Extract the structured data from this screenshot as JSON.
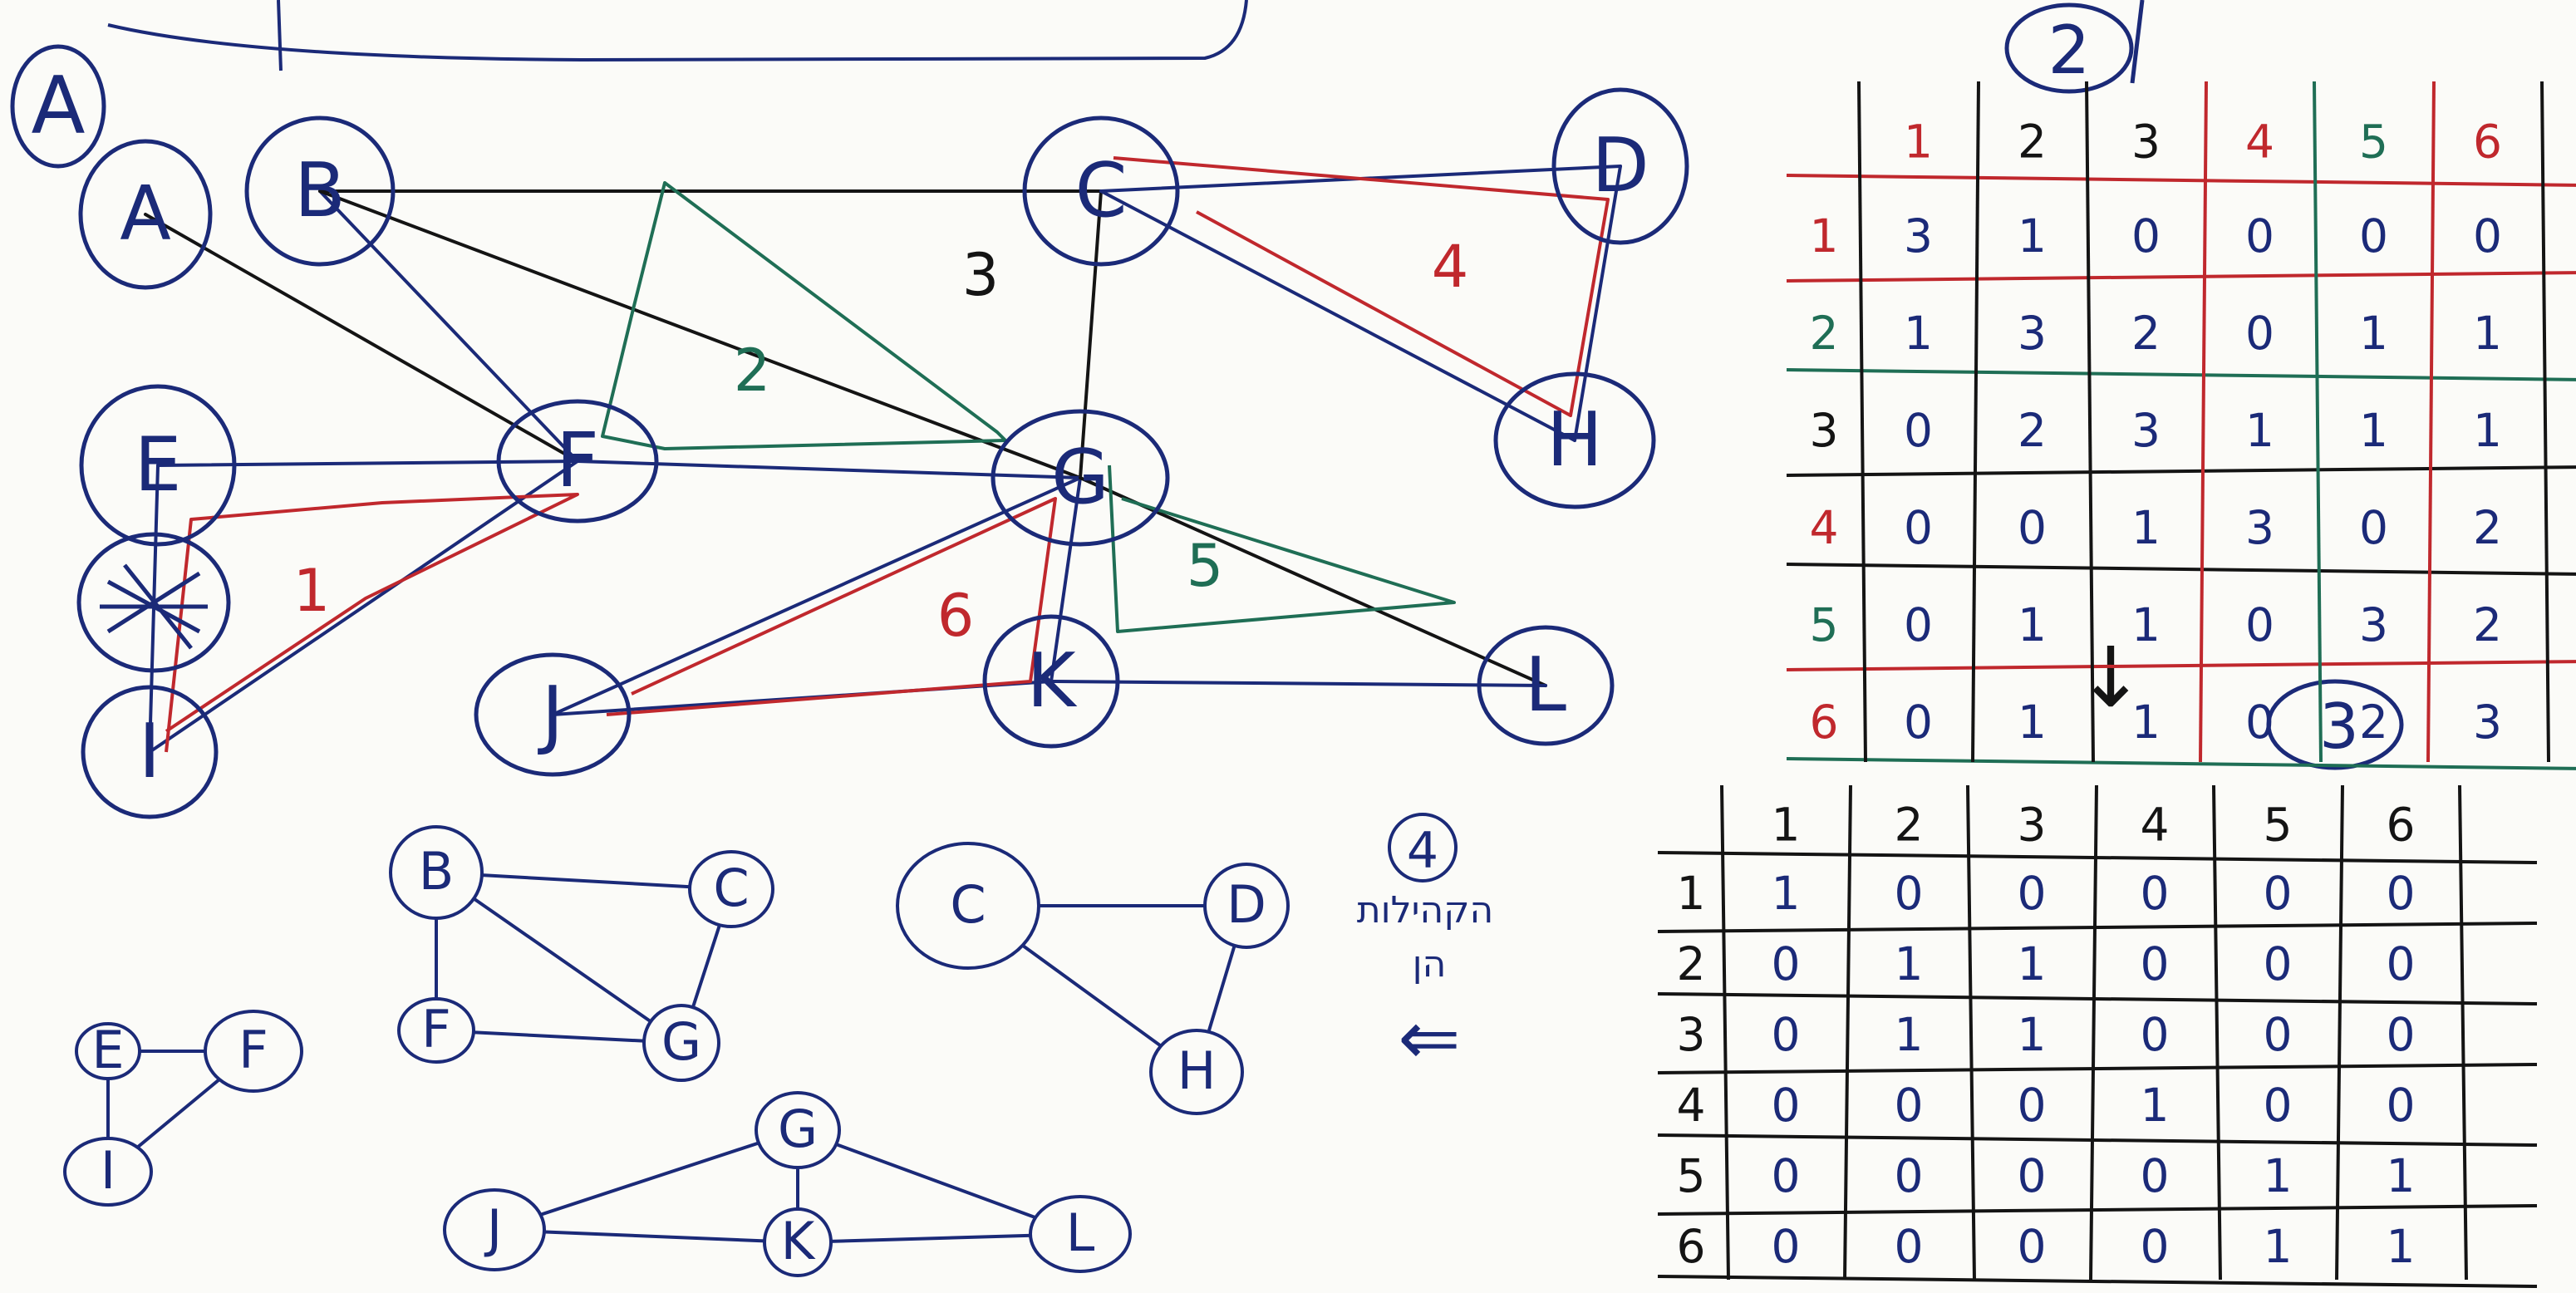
{
  "section_marks": {
    "a": "A",
    "b": "2",
    "c": "3",
    "d": "4"
  },
  "arrow_glyph": "↓",
  "side_note": {
    "line1": "הקהילות",
    "line2": "הן",
    "arrow": "⇐"
  },
  "colors": {
    "ink": "#1b2a78",
    "black": "#141414",
    "red": "#c0282d",
    "green": "#1f6e55",
    "paper": "#fbfbf8"
  },
  "graph": {
    "nodes": [
      {
        "id": "A",
        "label": "A"
      },
      {
        "id": "B",
        "label": "B"
      },
      {
        "id": "C",
        "label": "C"
      },
      {
        "id": "D",
        "label": "D"
      },
      {
        "id": "E",
        "label": "E"
      },
      {
        "id": "F",
        "label": "F"
      },
      {
        "id": "G",
        "label": "G"
      },
      {
        "id": "H",
        "label": "H"
      },
      {
        "id": "I",
        "label": "I"
      },
      {
        "id": "J",
        "label": "J"
      },
      {
        "id": "K",
        "label": "K"
      },
      {
        "id": "L",
        "label": "L"
      },
      {
        "id": "X",
        "label": ""
      }
    ],
    "edges": [
      [
        "A",
        "F"
      ],
      [
        "B",
        "F"
      ],
      [
        "B",
        "G"
      ],
      [
        "B",
        "C"
      ],
      [
        "C",
        "G"
      ],
      [
        "C",
        "D"
      ],
      [
        "C",
        "H"
      ],
      [
        "D",
        "H"
      ],
      [
        "E",
        "F"
      ],
      [
        "E",
        "I"
      ],
      [
        "F",
        "G"
      ],
      [
        "F",
        "I"
      ],
      [
        "G",
        "J"
      ],
      [
        "G",
        "K"
      ],
      [
        "G",
        "L"
      ],
      [
        "J",
        "K"
      ],
      [
        "K",
        "L"
      ]
    ],
    "community_labels": [
      "1",
      "2",
      "3",
      "4",
      "5",
      "6"
    ]
  },
  "matrix1": {
    "headers": [
      "1",
      "2",
      "3",
      "4",
      "5",
      "6"
    ],
    "row_labels": [
      "1",
      "2",
      "3",
      "4",
      "5",
      "6"
    ],
    "rows": [
      [
        "3",
        "1",
        "0",
        "0",
        "0",
        "0"
      ],
      [
        "1",
        "3",
        "2",
        "0",
        "1",
        "1"
      ],
      [
        "0",
        "2",
        "3",
        "1",
        "1",
        "1"
      ],
      [
        "0",
        "0",
        "1",
        "3",
        "0",
        "2"
      ],
      [
        "0",
        "1",
        "1",
        "0",
        "3",
        "2"
      ],
      [
        "0",
        "1",
        "1",
        "0",
        "2",
        "3"
      ]
    ]
  },
  "matrix2": {
    "headers": [
      "1",
      "2",
      "3",
      "4",
      "5",
      "6"
    ],
    "row_labels": [
      "1",
      "2",
      "3",
      "4",
      "5",
      "6"
    ],
    "rows": [
      [
        "1",
        "0",
        "0",
        "0",
        "0",
        "0"
      ],
      [
        "0",
        "1",
        "1",
        "0",
        "0",
        "0"
      ],
      [
        "0",
        "1",
        "1",
        "0",
        "0",
        "0"
      ],
      [
        "0",
        "0",
        "0",
        "1",
        "0",
        "0"
      ],
      [
        "0",
        "0",
        "0",
        "0",
        "1",
        "1"
      ],
      [
        "0",
        "0",
        "0",
        "0",
        "1",
        "1"
      ]
    ]
  },
  "communities": [
    {
      "nodes": [
        "E",
        "F",
        "I"
      ],
      "edges": [
        [
          "E",
          "F"
        ],
        [
          "E",
          "I"
        ],
        [
          "F",
          "I"
        ]
      ]
    },
    {
      "nodes": [
        "B",
        "C",
        "F",
        "G"
      ],
      "edges": [
        [
          "B",
          "C"
        ],
        [
          "B",
          "F"
        ],
        [
          "B",
          "G"
        ],
        [
          "C",
          "G"
        ],
        [
          "F",
          "G"
        ]
      ]
    },
    {
      "nodes": [
        "C",
        "D",
        "H"
      ],
      "edges": [
        [
          "C",
          "D"
        ],
        [
          "C",
          "H"
        ],
        [
          "D",
          "H"
        ]
      ]
    },
    {
      "nodes": [
        "G",
        "J",
        "K",
        "L"
      ],
      "edges": [
        [
          "G",
          "J"
        ],
        [
          "G",
          "K"
        ],
        [
          "G",
          "L"
        ],
        [
          "J",
          "K"
        ],
        [
          "K",
          "L"
        ]
      ]
    }
  ]
}
